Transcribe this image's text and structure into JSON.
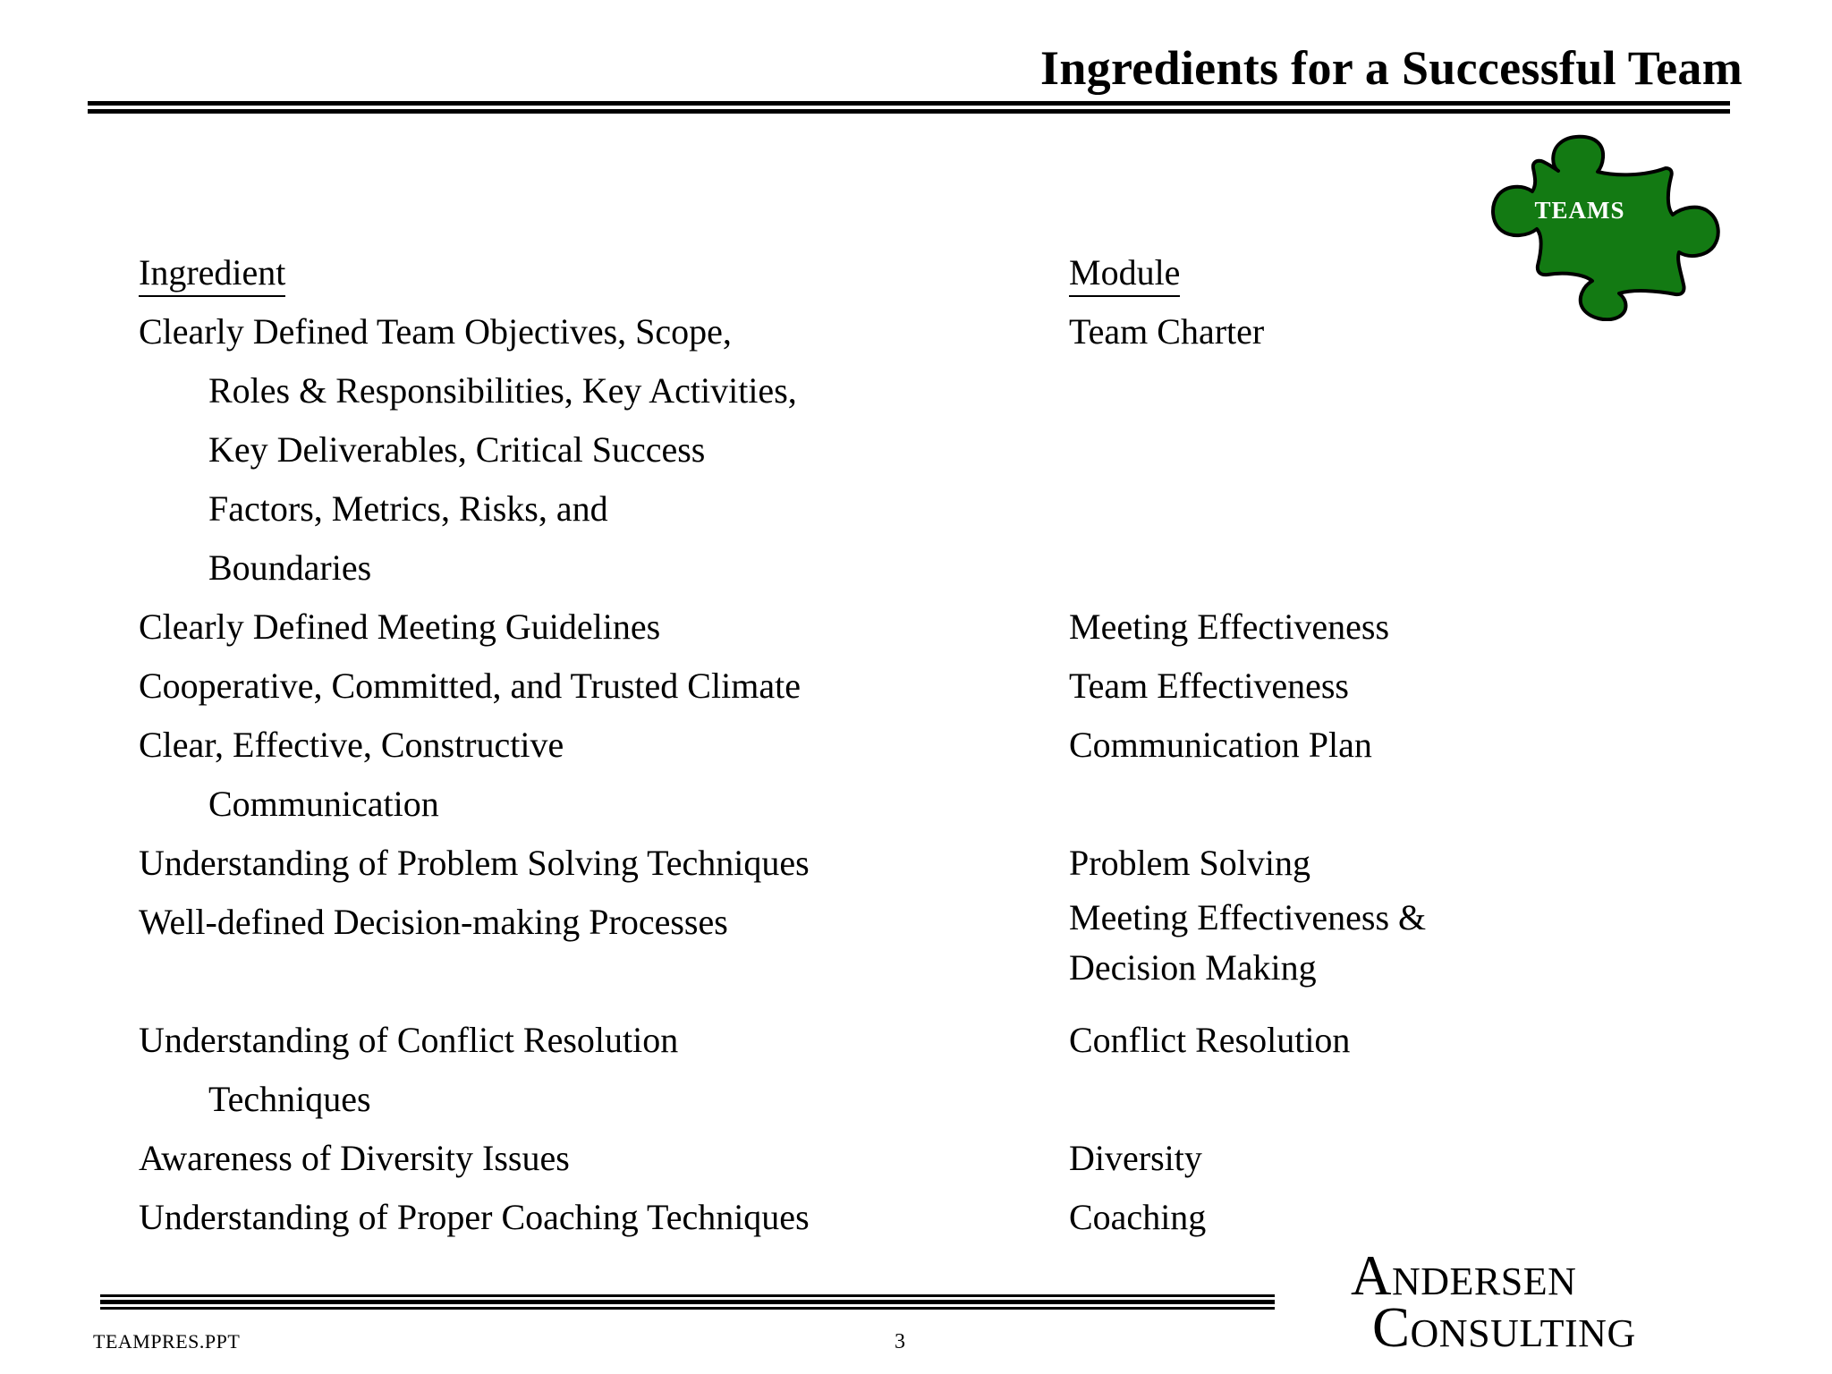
{
  "header": {
    "title": "Ingredients for a Successful Team"
  },
  "logo": {
    "label": "TEAMS",
    "fill_color": "#137a13",
    "stroke_color": "#000000",
    "text_color": "#ffffff"
  },
  "table": {
    "headers": {
      "left": "Ingredient",
      "right": "Module"
    },
    "rows": [
      {
        "ingredient_lines": [
          "Clearly Defined Team Objectives, Scope,",
          "Roles & Responsibilities, Key Activities,",
          "Key Deliverables, Critical Success",
          "Factors, Metrics, Risks, and",
          "Boundaries"
        ],
        "module_lines": [
          "Team Charter"
        ]
      },
      {
        "ingredient_lines": [
          "Clearly Defined Meeting Guidelines"
        ],
        "module_lines": [
          "Meeting Effectiveness"
        ]
      },
      {
        "ingredient_lines": [
          "Cooperative, Committed, and Trusted Climate"
        ],
        "module_lines": [
          "Team Effectiveness"
        ]
      },
      {
        "ingredient_lines": [
          "Clear, Effective, Constructive",
          "Communication"
        ],
        "module_lines": [
          "Communication Plan"
        ]
      },
      {
        "ingredient_lines": [
          "Understanding of Problem Solving Techniques"
        ],
        "module_lines": [
          "Problem Solving"
        ]
      },
      {
        "ingredient_lines": [
          "Well-defined Decision-making Processes"
        ],
        "module_lines": [
          "Meeting Effectiveness &",
          "Decision Making"
        ]
      },
      {
        "ingredient_lines": [
          "Understanding of Conflict Resolution",
          "Techniques"
        ],
        "module_lines": [
          "Conflict Resolution"
        ]
      },
      {
        "ingredient_lines": [
          "Awareness of Diversity Issues"
        ],
        "module_lines": [
          "Diversity"
        ]
      },
      {
        "ingredient_lines": [
          "Understanding of Proper Coaching Techniques"
        ],
        "module_lines": [
          "Coaching"
        ]
      }
    ]
  },
  "footer": {
    "file_name": "TEAMPRES.PPT",
    "page_number": "3",
    "company_line_1": "Andersen",
    "company_line_2": "Consulting"
  }
}
